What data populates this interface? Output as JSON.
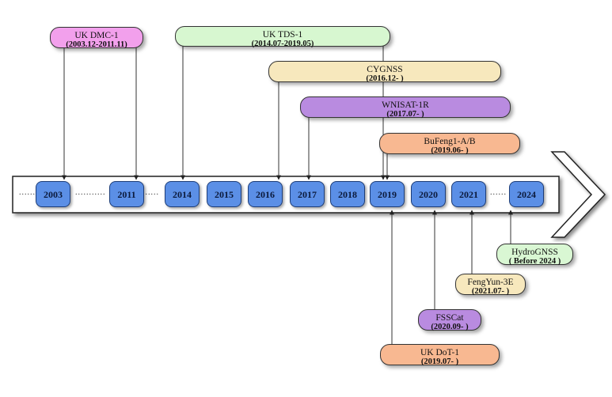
{
  "timeline": {
    "years": [
      {
        "label": "2003"
      },
      {
        "label": "2011"
      },
      {
        "label": "2014"
      },
      {
        "label": "2015"
      },
      {
        "label": "2016"
      },
      {
        "label": "2017"
      },
      {
        "label": "2018"
      },
      {
        "label": "2019"
      },
      {
        "label": "2020"
      },
      {
        "label": "2021"
      },
      {
        "label": "2024"
      }
    ],
    "ellipsis": "......",
    "ellipsis_long": "..........."
  },
  "missions_above": [
    {
      "name": "UK DMC-1",
      "period": "(2003.12-2011.11)",
      "color": "#f2a0ec"
    },
    {
      "name": "UK TDS-1",
      "period": "(2014.07-2019.05)",
      "color": "#d7f7d0"
    },
    {
      "name": "CYGNSS",
      "period": "(2016.12-    )",
      "color": "#f7e8bd"
    },
    {
      "name": "WNISAT-1R",
      "period": "(2017.07-    )",
      "color": "#b98be0"
    },
    {
      "name": "BuFeng1-A/B",
      "period": "(2019.06-    )",
      "color": "#f8b891"
    }
  ],
  "missions_below": [
    {
      "name": "HydroGNSS",
      "period": "( Before 2024 )",
      "color": "#d9f7d3"
    },
    {
      "name": "FengYun-3E",
      "period": "(2021.07-    )",
      "color": "#f7e8bd"
    },
    {
      "name": "FSSCat",
      "period": "(2020.09-    )",
      "color": "#b98be0"
    },
    {
      "name": "UK DoT-1",
      "period": "(2019.07-    )",
      "color": "#f8b891"
    }
  ]
}
